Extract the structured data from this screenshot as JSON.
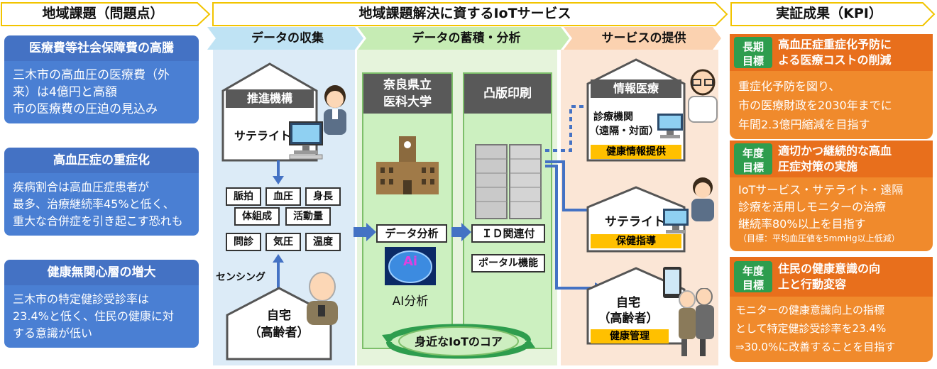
{
  "headers": {
    "issues": "地域課題（問題点）",
    "service": "地域課題解決に資するIoTサービス",
    "kpi": "実証成果（KPI）"
  },
  "phases": [
    "データの収集",
    "データの蓄積・分析",
    "サービスの提供"
  ],
  "issues": [
    {
      "title": "医療費等社会保障費の高騰",
      "lines": [
        "三木市の高血圧の医療費（外",
        "来）は4億円と高額",
        "市の医療費の圧迫の見込み"
      ]
    },
    {
      "title": "高血圧症の重症化",
      "lines": [
        "疾病割合は高血圧症患者が",
        "最多、治療継続率45%と低く、",
        "重大な合併症を引き起こす恐れも"
      ]
    },
    {
      "title": "健康無関心層の増大",
      "lines": [
        "三木市の特定健診受診率は",
        "23.4%と低く、住民の健康に対",
        "する意識が低い"
      ]
    }
  ],
  "collection": {
    "org_label": "推進機構",
    "satellite": "サテライト",
    "chips": [
      "脈拍",
      "血圧",
      "身長",
      "体組成",
      "活動量",
      "問診",
      "気圧",
      "温度"
    ],
    "sensing": "センシング",
    "home_title": "自宅",
    "home_sub": "（高齢者）"
  },
  "analysis": {
    "univ_title_1": "奈良県立",
    "univ_title_2": "医科大学",
    "toppan_title": "凸版印刷",
    "data_analysis": "データ分析",
    "id_link": "ＩＤ関連付",
    "portal": "ポータル機能",
    "ai_badge": "Ai",
    "ai_caption": "AI分析",
    "core": "身近なIoTのコア"
  },
  "services": [
    {
      "label": "情報医療",
      "sub1": "診療機関",
      "sub2": "（遠隔・対面）",
      "tag": "健康情報提供"
    },
    {
      "label": "サテライト",
      "tag": "保健指導"
    },
    {
      "label": "自宅",
      "sub1": "（高齢者）",
      "tag": "健康管理"
    }
  ],
  "goals": [
    {
      "tag1": "長期",
      "tag2": "目標",
      "title_lines": [
        "高血圧症重症化予防に",
        "よる医療コストの削減"
      ],
      "body_lines": [
        "重症化予防を図り、",
        "市の医療財政を2030年までに",
        "年間2.3億円縮減を目指す"
      ]
    },
    {
      "tag1": "年度",
      "tag2": "目標",
      "title_lines": [
        "適切かつ継続的な高血",
        "圧症対策の実施"
      ],
      "body_lines": [
        "IoTサービス・サテライト・遠隔",
        "診療を活用しモニターの治療",
        "継続率80%以上を目指す"
      ],
      "note": "（目標：平均血圧値を5mmHg以上低減）"
    },
    {
      "tag1": "年度",
      "tag2": "目標",
      "title_lines": [
        "住民の健康意識の向",
        "上と行動変容"
      ],
      "body_lines": [
        "モニターの健康意識向上の指標",
        "として特定健診受診率を23.4%",
        "⇒30.0%に改善することを目指す"
      ]
    }
  ]
}
